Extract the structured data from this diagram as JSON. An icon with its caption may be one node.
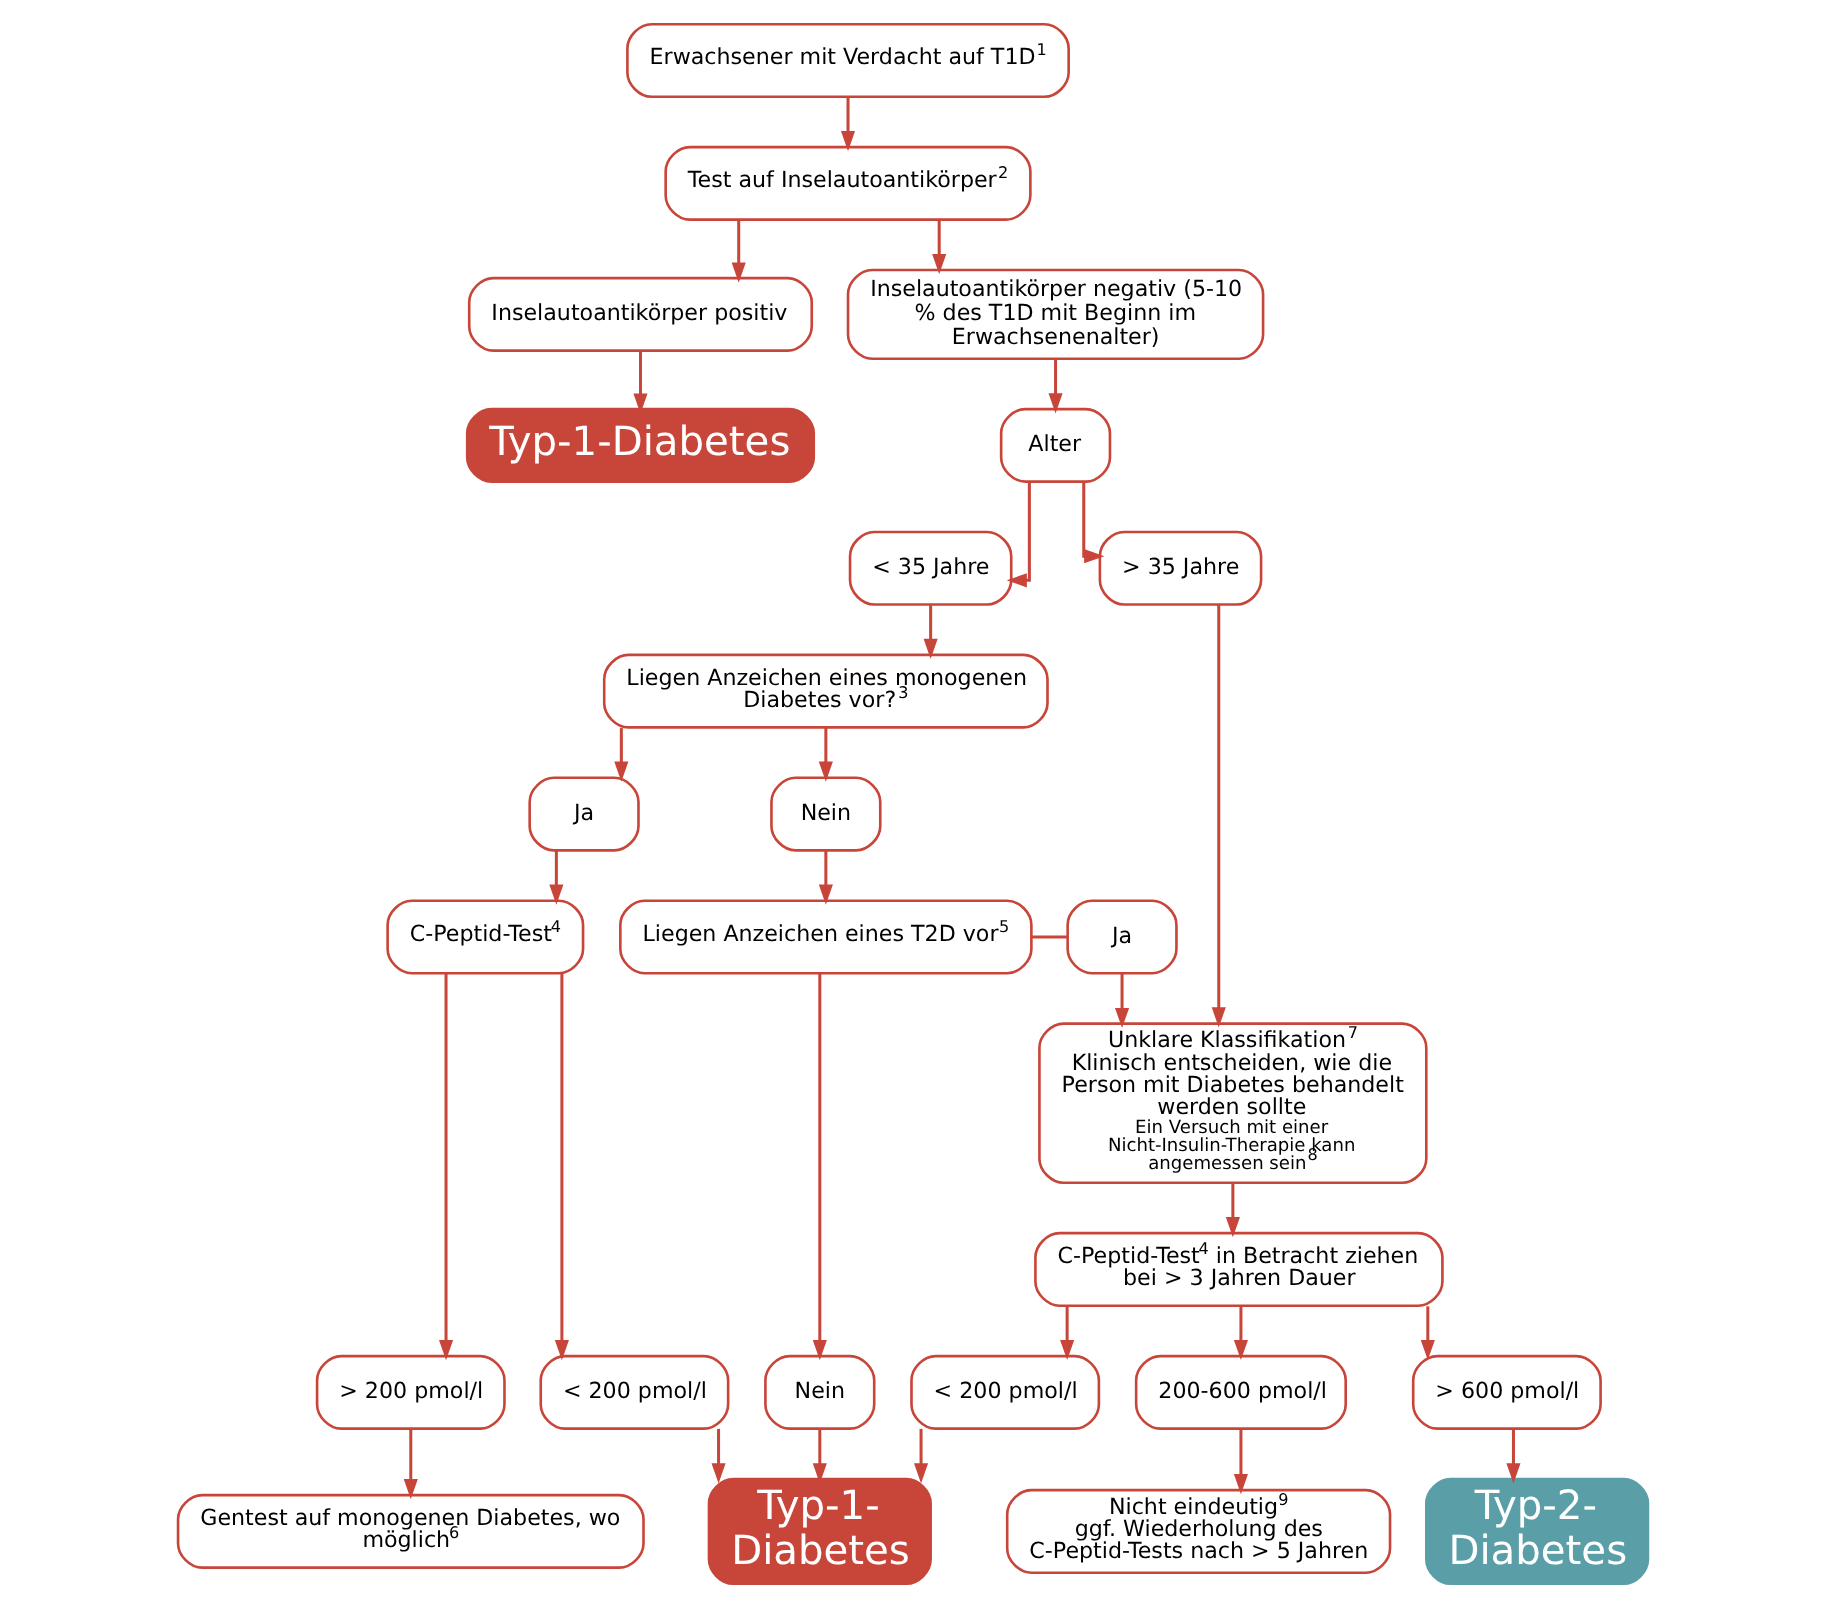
{
  "diagram": {
    "nodes": [
      {
        "text": [
          "Erwachsener mit Verdacht auf T1D$^{1}$"
        ]
      },
      {
        "text": [
          "Test auf Inselautoantikörper$^{2}$"
        ]
      },
      {
        "text": [
          "Inselautoantikörper positiv"
        ]
      },
      {
        "text": [
          "Inselautoantikörper negativ (5-10 % des T1D mit Beginn im Erwachsenenalter)"
        ]
      },
      {
        "text": [
          "Typ-1-Diabetes"
        ]
      },
      {
        "text": [
          "Alter"
        ]
      },
      {
        "text": [
          "< 35 Jahre"
        ]
      },
      {
        "text": [
          "> 35 Jahre"
        ]
      },
      {
        "text": [
          "Liegen Anzeichen eines monogenen Diabetes vor?$^{3}$"
        ]
      },
      {
        "text": [
          "Unklare Klassifikation$^{7}$",
          "Klinisch entscheiden, wie die Person mit Diabetes behandelt werden sollte",
          "Ein Versuch mit einer Nicht-Insulin-Therapie kann angemessen sein$^{8}$"
        ]
      },
      {
        "text": [
          "Ja"
        ]
      },
      {
        "text": [
          "Nein"
        ]
      },
      {
        "text": [
          "C-Peptid-Test$^{4}$"
        ]
      },
      {
        "text": [
          "Liegen Anzeichen eines T2D vor$^{5}$"
        ]
      },
      {
        "text": [
          "Ja"
        ]
      },
      {
        "text": [
          "C-Peptid-Test$^{4}$ in Betracht ziehen bei > 3 Jahren Dauer"
        ]
      },
      {
        "text": [
          "> 200 pmol/l"
        ]
      },
      {
        "text": [
          "< 200 pmol/l"
        ]
      },
      {
        "text": [
          "Nein"
        ]
      },
      {
        "text": [
          "< 200 pmol/l"
        ]
      },
      {
        "text": [
          "200-600 pmol/l"
        ]
      },
      {
        "text": [
          "> 600 pmol/l"
        ]
      },
      {
        "text": [
          "Gentest auf monogenen Diabetes, wo möglich$^{6}$"
        ]
      },
      {
        "text": [
          "Typ-1- Diabetes"
        ]
      },
      {
        "text": [
          "Nicht eindeutig$^{9}$",
          "ggf. Wiederholung des C-Peptid-Tests nach > 5 Jahren"
        ]
      },
      {
        "text": [
          "Typ-2- Diabetes"
        ]
      }
    ],
    "edges": [
      {
        "from": 0,
        "to": 1,
        "arrow": "to"
      },
      {
        "from": 1,
        "to": 2,
        "arrow": "to"
      },
      {
        "from": 1,
        "to": 3,
        "arrow": "to"
      },
      {
        "from": 2,
        "to": 4,
        "arrow": "to"
      },
      {
        "from": 3,
        "to": 5,
        "arrow": "to"
      },
      {
        "from": 5,
        "to": 6,
        "arrow": "to"
      },
      {
        "from": 5,
        "to": 7,
        "arrow": "to"
      },
      {
        "from": 6,
        "to": 8,
        "arrow": "to"
      },
      {
        "from": 7,
        "to": 9,
        "arrow": "to"
      },
      {
        "from": 8,
        "to": 10,
        "arrow": "to"
      },
      {
        "from": 8,
        "to": 11,
        "arrow": "to"
      },
      {
        "from": 10,
        "to": 12,
        "arrow": "to"
      },
      {
        "from": 11,
        "to": 13,
        "arrow": "to"
      },
      {
        "from": 13,
        "to": 14,
        "arrow": "none"
      },
      {
        "from": 14,
        "to": 9,
        "arrow": "to"
      },
      {
        "from": 9,
        "to": 15,
        "arrow": "to"
      },
      {
        "from": 12,
        "to": 16,
        "arrow": "to"
      },
      {
        "from": 12,
        "to": 17,
        "arrow": "to"
      },
      {
        "from": 13,
        "to": 18,
        "arrow": "to"
      },
      {
        "from": 15,
        "to": 19,
        "arrow": "to"
      },
      {
        "from": 15,
        "to": 20,
        "arrow": "to"
      },
      {
        "from": 15,
        "to": 21,
        "arrow": "to"
      },
      {
        "from": 16,
        "to": 22,
        "arrow": "to"
      },
      {
        "from": 17,
        "to": 23,
        "arrow": "to"
      },
      {
        "from": 18,
        "to": 23,
        "arrow": "to"
      },
      {
        "from": 19,
        "to": 23,
        "arrow": "to"
      },
      {
        "from": 20,
        "to": 24,
        "arrow": "to"
      },
      {
        "from": 21,
        "to": 25,
        "arrow": "to"
      }
    ]
  }
}
